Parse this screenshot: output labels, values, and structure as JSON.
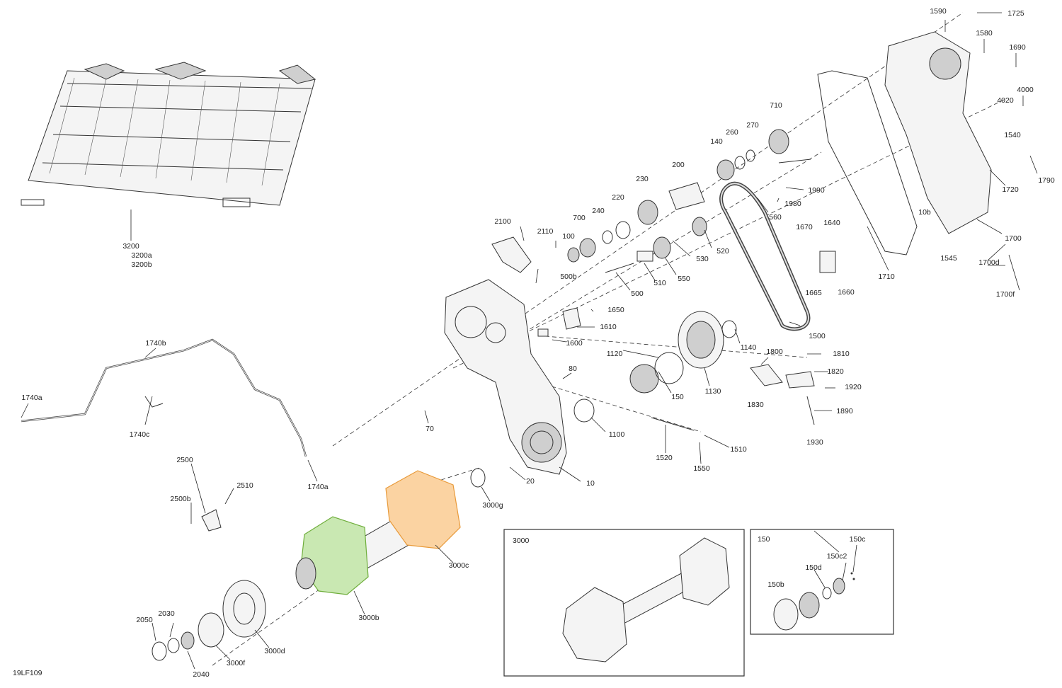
{
  "figure_code": "19LF109",
  "part_numbers": [
    "3200",
    "3200a",
    "3200b",
    "2100",
    "2110",
    "100",
    "700",
    "240",
    "220",
    "230",
    "200",
    "140",
    "260",
    "270",
    "710",
    "1590",
    "1725",
    "1580",
    "1690",
    "4000",
    "4020",
    "1540",
    "1790",
    "1720",
    "10b",
    "1700",
    "1545",
    "1700d",
    "1700f",
    "1710",
    "1990",
    "1980",
    "560",
    "520",
    "530",
    "550",
    "510",
    "500",
    "500b",
    "1670",
    "1640",
    "1665",
    "1660",
    "1500",
    "1650",
    "1610",
    "1600",
    "1120",
    "150",
    "1130",
    "1140",
    "1800",
    "1810",
    "1820",
    "1830",
    "1920",
    "1890",
    "1930",
    "80",
    "70",
    "1100",
    "1520",
    "1510",
    "1550",
    "20",
    "10",
    "1740b",
    "1740a",
    "1740c",
    "1740a",
    "2500",
    "2500b",
    "2510",
    "3000g",
    "3000c",
    "3000b",
    "3000d",
    "3000f",
    "2050",
    "2030",
    "2040"
  ],
  "inset_3000": {
    "title": "3000"
  },
  "inset_150": {
    "title": "150",
    "labels": [
      "150c",
      "150c2",
      "150d",
      "150b"
    ]
  }
}
